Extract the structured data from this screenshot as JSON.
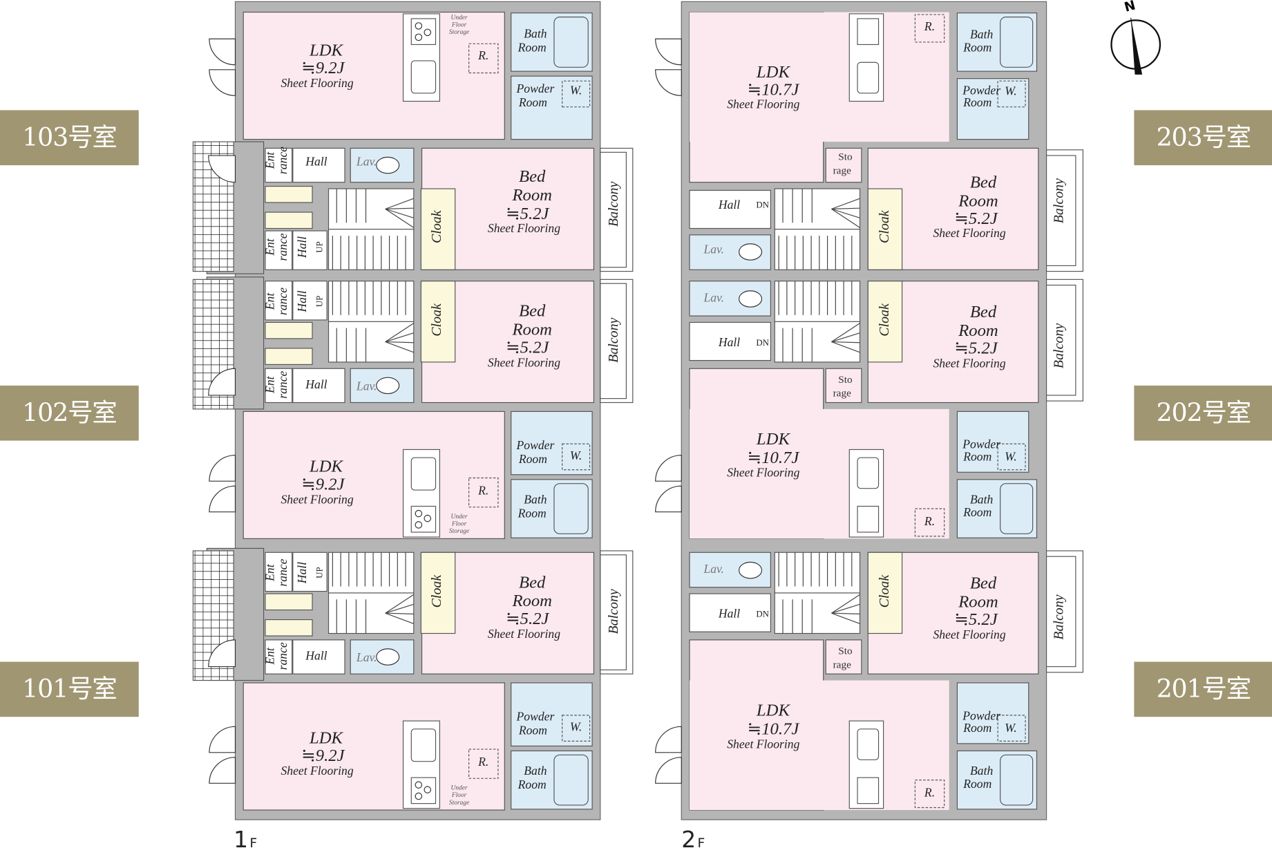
{
  "badges": {
    "b103": "103号室",
    "b102": "102号室",
    "b101": "101号室",
    "b203": "203号室",
    "b202": "202号室",
    "b201": "201号室"
  },
  "floors": [
    {
      "label": "1",
      "suffix": "F"
    },
    {
      "label": "2",
      "suffix": "F"
    }
  ],
  "compass": "N",
  "labels": {
    "ldk": "LDK",
    "sheet": "Sheet Flooring",
    "bed": "Bed",
    "room": "Room",
    "cloak": "Cloak",
    "balcony": "Balcony",
    "hall": "Hall",
    "lav": "Lav.",
    "ent": "Ent",
    "rance": "rance",
    "bath": "Bath",
    "powder": "Powder",
    "wash": "W.",
    "fridge": "R.",
    "under": "Under",
    "floor": "Floor",
    "storage": "Storage",
    "up": "UP",
    "dn": "DN",
    "sto": "Sto",
    "rage": "rage"
  },
  "units": {
    "u103": {
      "ldk_area": "≒9.2J",
      "bed_area": "≒5.2J"
    },
    "u102": {
      "ldk_area": "≒9.2J",
      "bed_area": "≒5.2J"
    },
    "u101": {
      "ldk_area": "≒9.2J",
      "bed_area": "≒5.2J"
    },
    "u203": {
      "ldk_area": "≒10.7J",
      "bed_area": "≒5.2J"
    },
    "u202": {
      "ldk_area": "≒10.7J",
      "bed_area": "≒5.2J"
    },
    "u201": {
      "ldk_area": "≒10.7J",
      "bed_area": "≒5.2J"
    }
  },
  "colors": {
    "badge": "#a09672",
    "wall": "#b5b5b5",
    "room": "#fbe9ef",
    "wet": "#dcecf7",
    "cloak": "#fbf8dc"
  }
}
